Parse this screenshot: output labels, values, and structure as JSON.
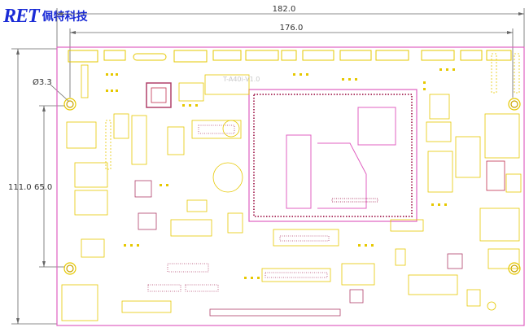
{
  "logo": {
    "mark": "RET",
    "company": "佩特科技"
  },
  "dimensions": {
    "overall_width": "182.0",
    "hole_span_width": "176.0",
    "hole_diameter": "Ø3.3",
    "overall_height": "111.0",
    "hole_span_height": "65.0"
  },
  "board_silk": "T-A40i-V1.0",
  "colors": {
    "outline": "#e060c0",
    "silk": "#e6c800",
    "dim_line": "#666666",
    "logo": "#1a2bd6"
  }
}
